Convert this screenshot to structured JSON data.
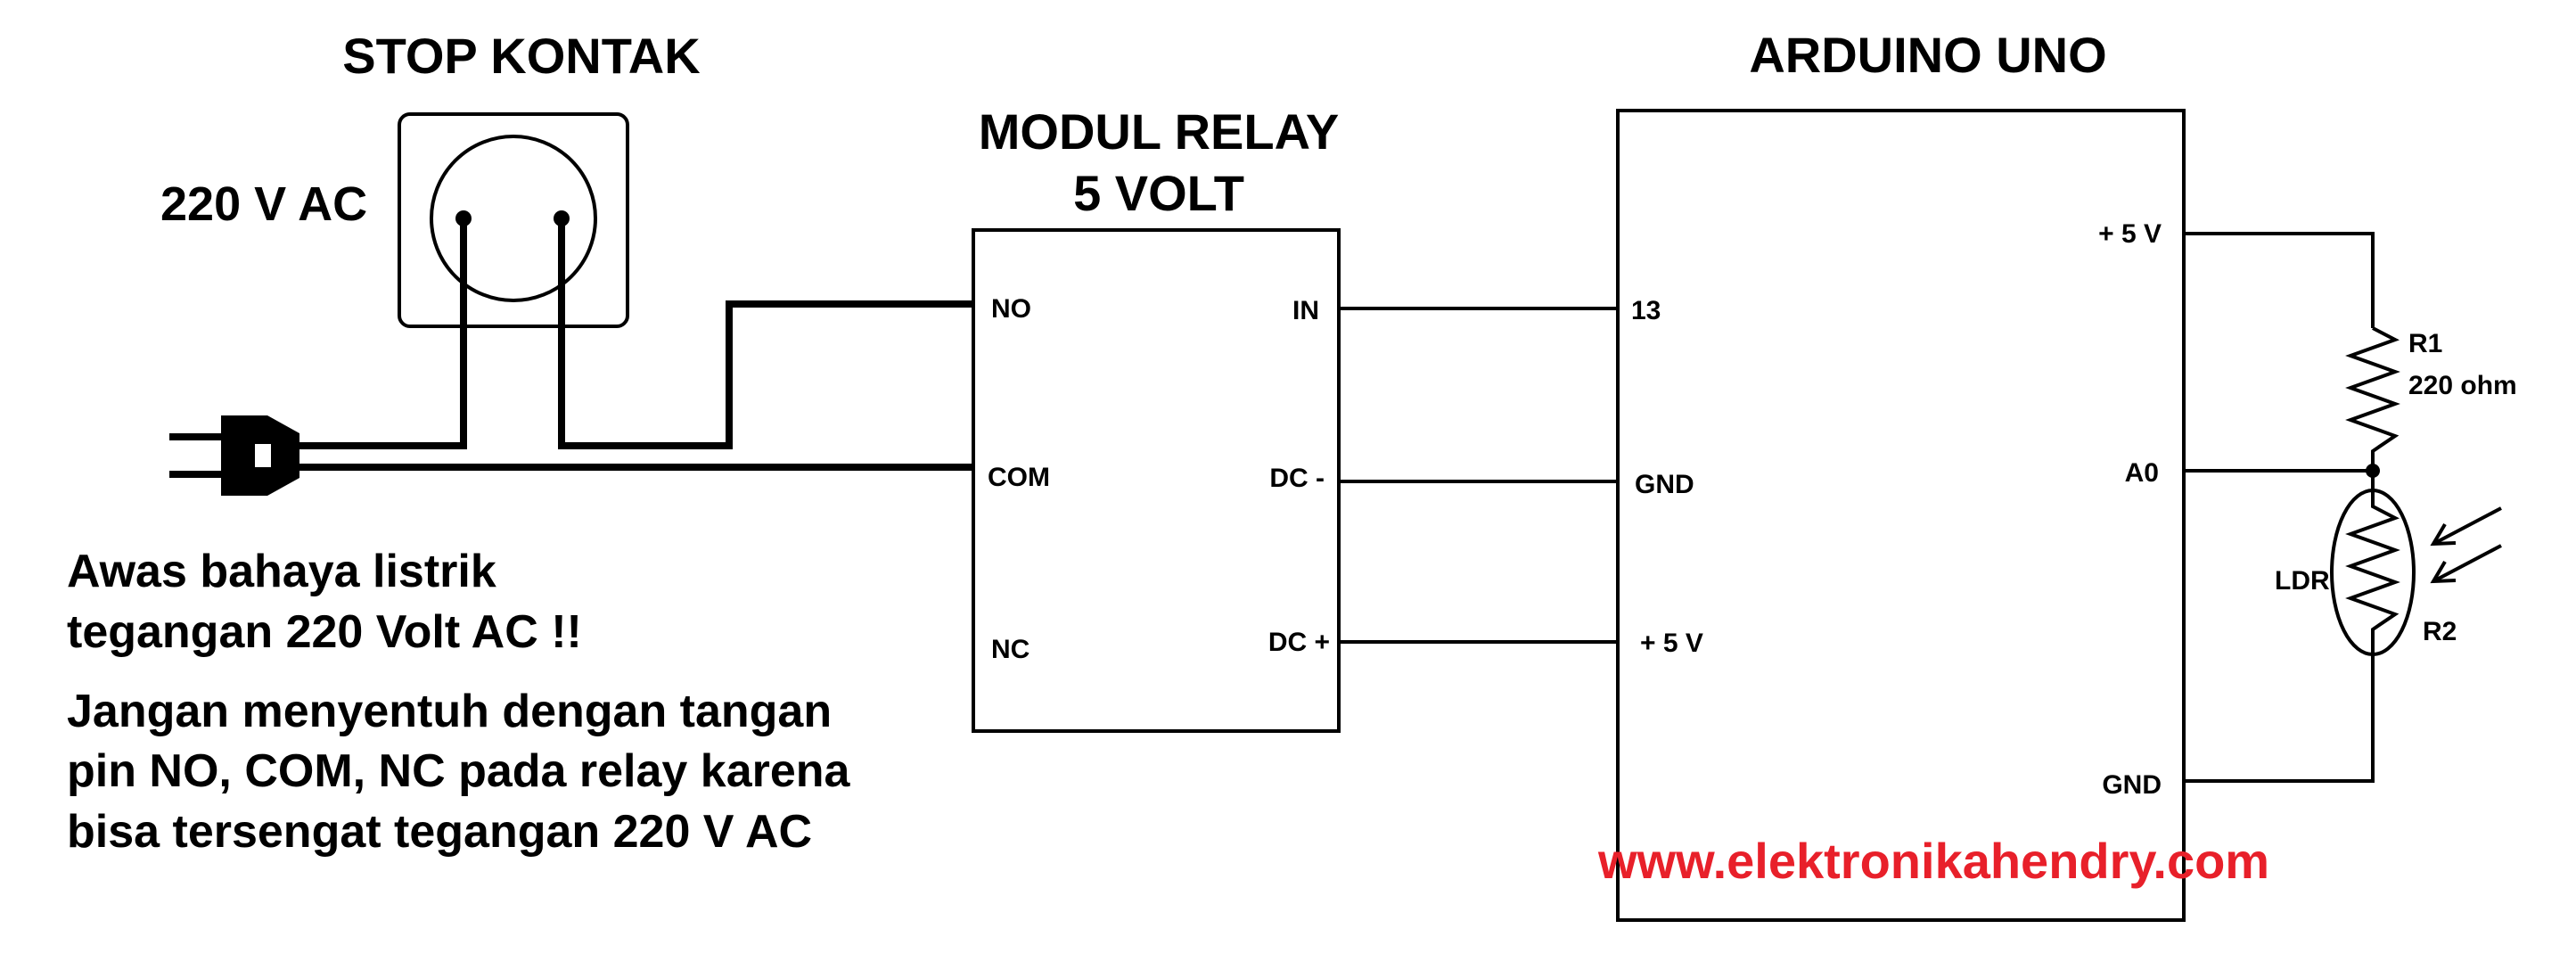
{
  "stop_kontak": {
    "title": "STOP KONTAK",
    "voltage": "220 V AC"
  },
  "relay": {
    "title_line1": "MODUL RELAY",
    "title_line2": "5 VOLT",
    "pins_left": [
      "NO",
      "COM",
      "NC"
    ],
    "pins_right": [
      "IN",
      "DC -",
      "DC +"
    ]
  },
  "arduino": {
    "title": "ARDUINO UNO",
    "pins_left": [
      "13",
      "GND",
      "+ 5 V"
    ],
    "pins_right": [
      "+ 5 V",
      "A0",
      "GND"
    ]
  },
  "components": {
    "r1_name": "R1",
    "r1_value": "220 ohm",
    "ldr_label": "LDR",
    "r2_label": "R2"
  },
  "warning": {
    "line1": "Awas bahaya listrik",
    "line2": "tegangan 220 Volt  AC !!",
    "line3": "Jangan menyentuh dengan tangan",
    "line4": "pin NO, COM, NC pada relay karena",
    "line5": "bisa tersengat tegangan 220 V AC"
  },
  "website": "www.elektronikahendry.com",
  "colors": {
    "website": "#e8202a",
    "ink": "#000000",
    "background": "#ffffff"
  }
}
